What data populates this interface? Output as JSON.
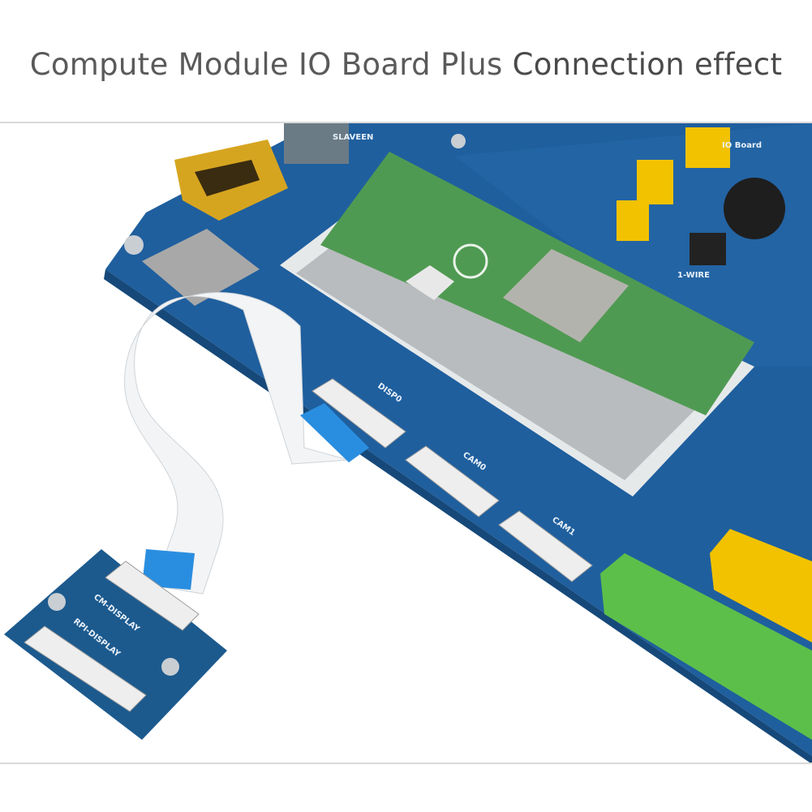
{
  "header": {
    "title": "Compute Module IO Board Plus",
    "subtitle": "Connection effect"
  },
  "photo": {
    "board_labels": {
      "disp0": "DISP0",
      "cam0": "CAM0",
      "cam1": "CAM1",
      "slave": "SLAVEEN",
      "io_board": "IO Board",
      "one_wire": "1-WIRE",
      "adapter_top": "CM-DISPLAY",
      "adapter_bottom": "RPI-DISPLAY"
    },
    "colors": {
      "pcb_blue": "#1f5f9e",
      "module_green": "#4f9a52",
      "terminal_green": "#5cbf4a",
      "header_yellow": "#f2c200",
      "ribbon_white": "#f2f4f6",
      "ribbon_blue": "#2a8ee0"
    }
  }
}
